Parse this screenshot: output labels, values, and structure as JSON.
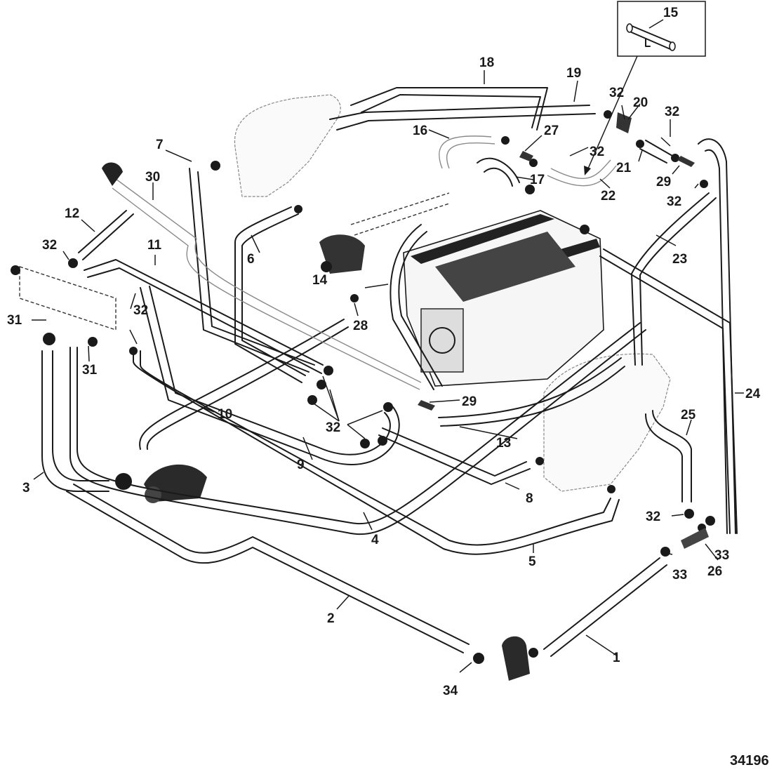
{
  "figure": {
    "id_label": "34196",
    "description": "Closed cooling system hose routing exploded parts diagram"
  },
  "callouts": {
    "c1": "1",
    "c2": "2",
    "c3": "3",
    "c4": "4",
    "c5": "5",
    "c6": "6",
    "c7": "7",
    "c8": "8",
    "c9": "9",
    "c10": "10",
    "c11": "11",
    "c12": "12",
    "c13": "13",
    "c14": "14",
    "c15": "15",
    "c16": "16",
    "c17": "17",
    "c18": "18",
    "c19": "19",
    "c20": "20",
    "c21": "21",
    "c22": "22",
    "c23": "23",
    "c24": "24",
    "c25": "25",
    "c26": "26",
    "c27": "27",
    "c28": "28",
    "c29": "29",
    "c30": "30",
    "c31": "31",
    "c32": "32",
    "c33": "33",
    "c34": "34"
  },
  "inset": {
    "label": "15"
  }
}
